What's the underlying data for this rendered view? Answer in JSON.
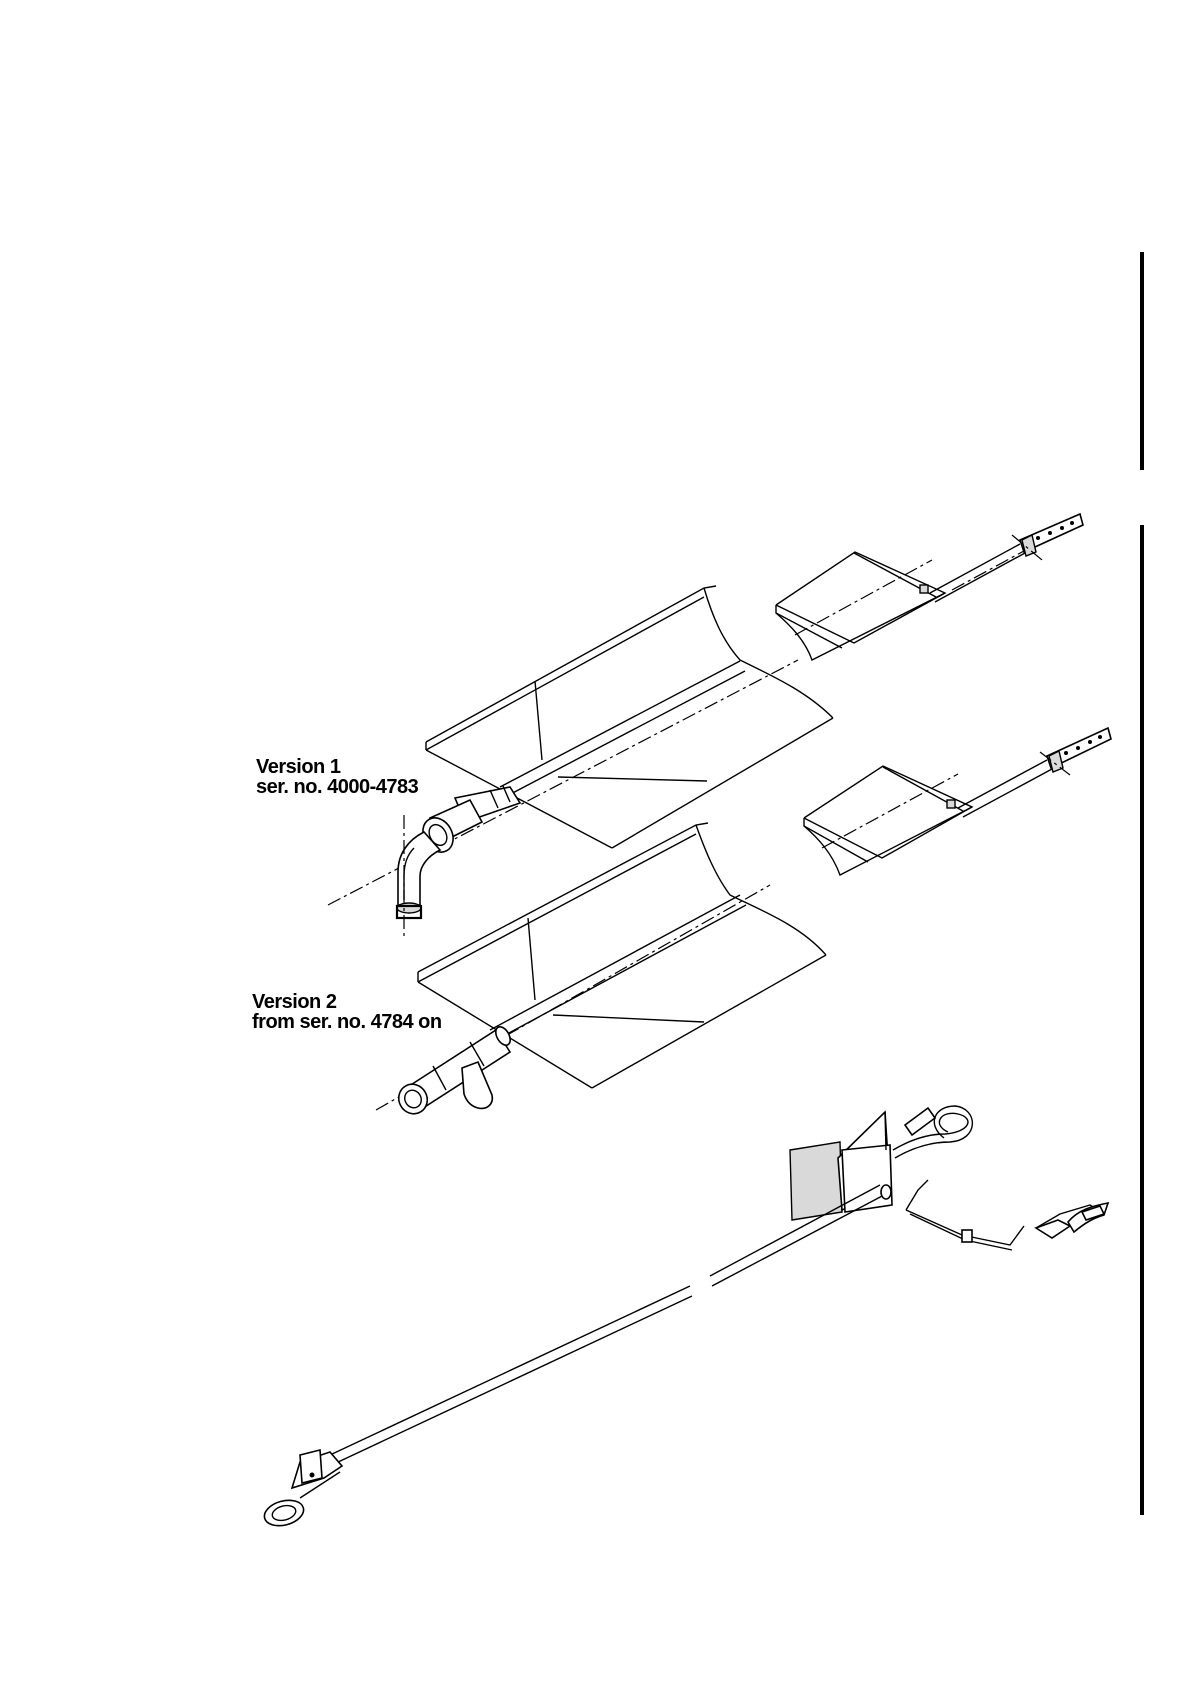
{
  "labels": {
    "version1": {
      "title": "Version 1",
      "serial": "ser. no. 4000-4783"
    },
    "version2": {
      "title": "Version 2",
      "serial": "from ser. no. 4784 on"
    }
  },
  "colors": {
    "line": "#000000",
    "background": "#ffffff"
  }
}
